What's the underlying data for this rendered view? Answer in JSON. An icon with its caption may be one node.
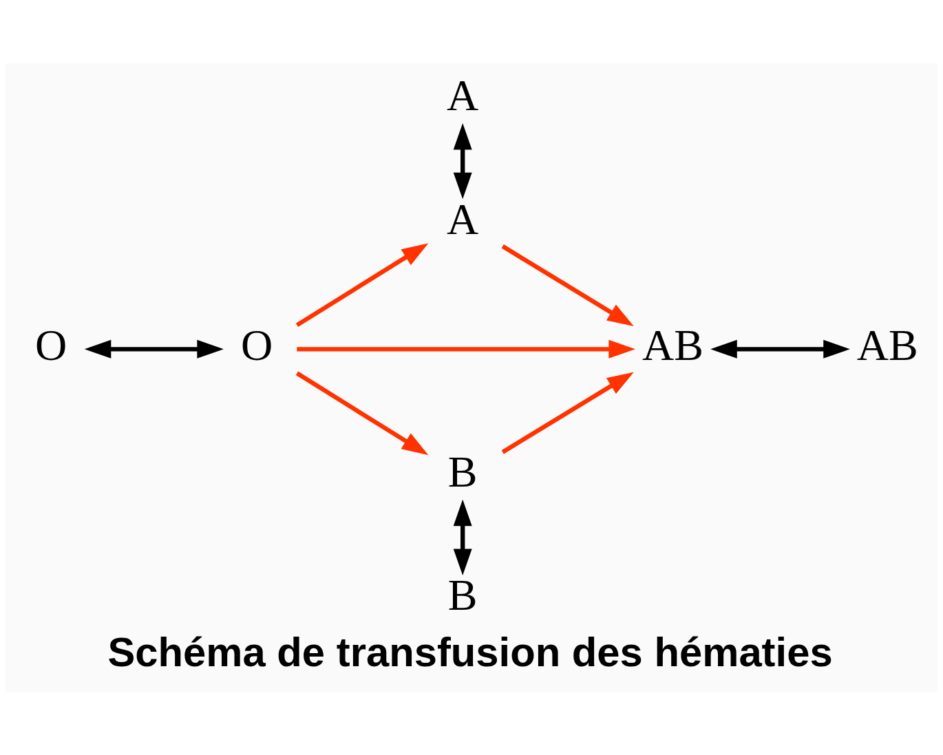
{
  "diagram": {
    "caption": "Schéma de transfusion des hématies",
    "nodes": [
      {
        "text": [
          "A"
        ]
      },
      {
        "text": [
          "A"
        ]
      },
      {
        "text": [
          "O"
        ]
      },
      {
        "text": [
          "O"
        ]
      },
      {
        "text": [
          "AB"
        ]
      },
      {
        "text": [
          "AB"
        ]
      },
      {
        "text": [
          "B"
        ]
      },
      {
        "text": [
          "B"
        ]
      }
    ],
    "edges": [
      {
        "from": 0,
        "to": 1,
        "arrow": "both",
        "color": "#000000"
      },
      {
        "from": 2,
        "to": 3,
        "arrow": "both",
        "color": "#000000"
      },
      {
        "from": 3,
        "to": 1,
        "arrow": "to"
      },
      {
        "from": 1,
        "to": 4,
        "arrow": "to"
      },
      {
        "from": 3,
        "to": 4,
        "arrow": "to"
      },
      {
        "from": 3,
        "to": 6,
        "arrow": "to"
      },
      {
        "from": 6,
        "to": 4,
        "arrow": "to"
      },
      {
        "from": 4,
        "to": 5,
        "arrow": "both",
        "color": "#000000"
      },
      {
        "from": 6,
        "to": 7,
        "arrow": "both",
        "color": "#000000"
      }
    ]
  }
}
